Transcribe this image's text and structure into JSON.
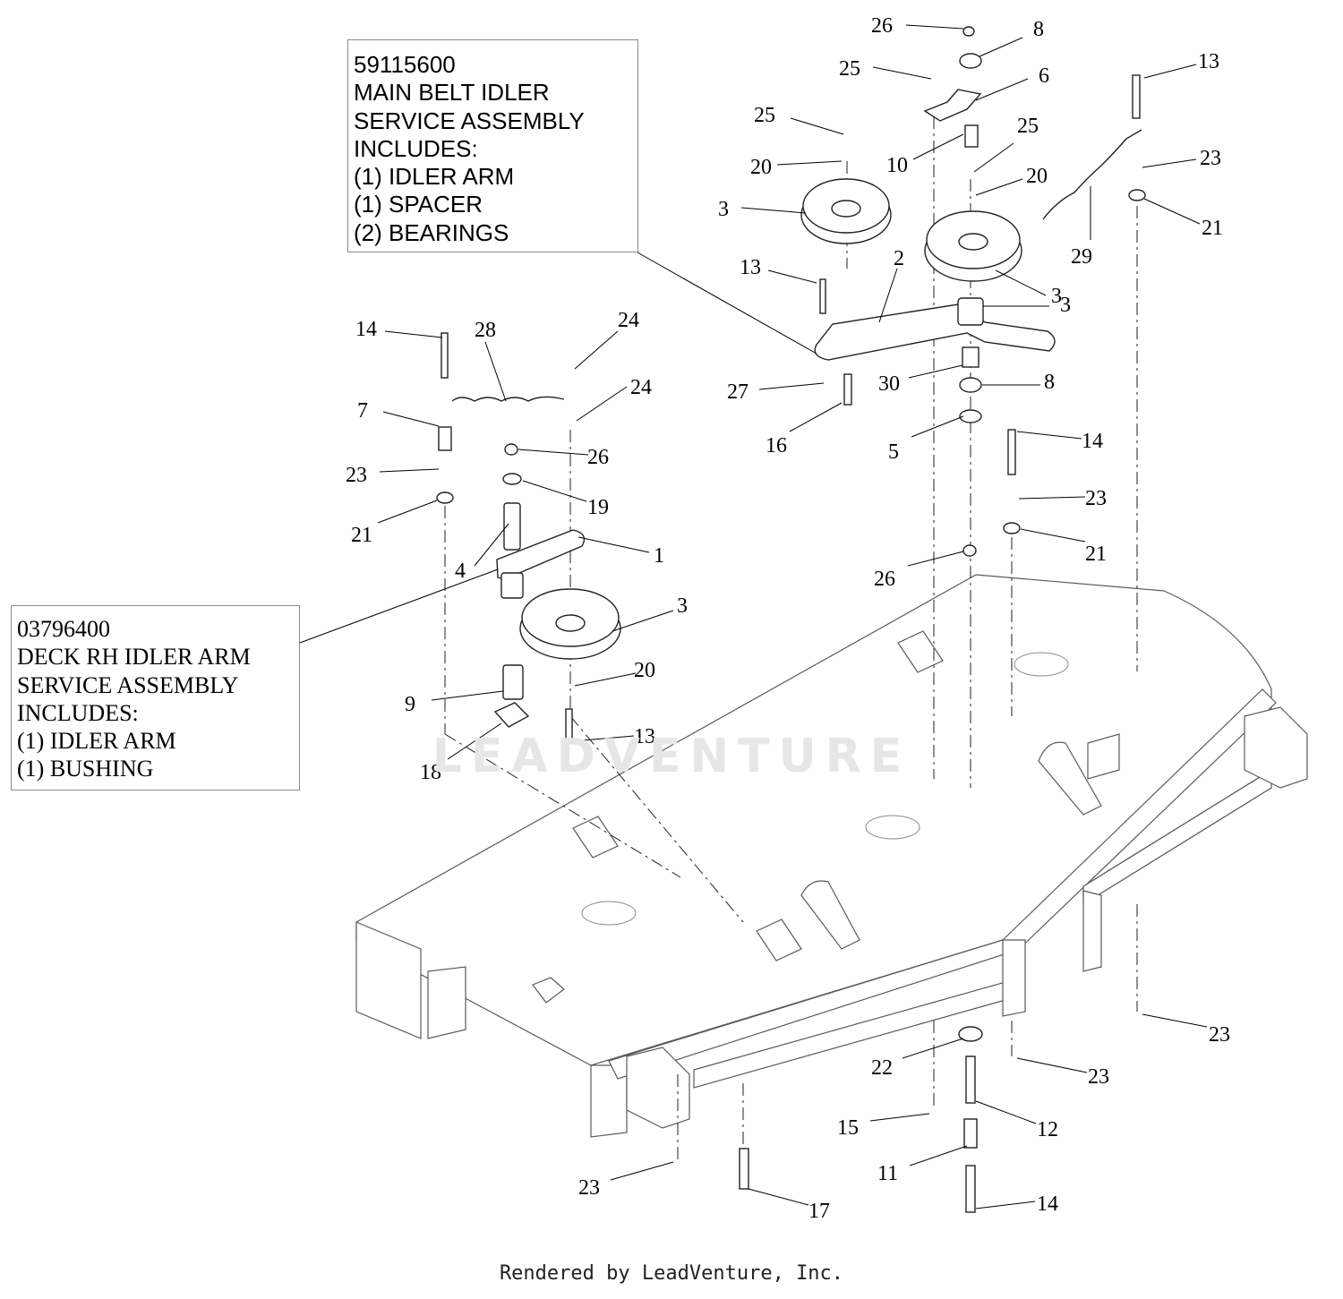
{
  "callouts": {
    "main_belt": [
      "59115600",
      "MAIN BELT IDLER",
      "SERVICE ASSEMBLY",
      "INCLUDES:",
      "(1) IDLER ARM",
      "(1) SPACER",
      "(2) BEARINGS"
    ],
    "rh_idler": [
      "03796400",
      "DECK RH IDLER ARM",
      "SERVICE ASSEMBLY",
      "INCLUDES:",
      "(1) IDLER ARM",
      "(1) BUSHING"
    ]
  },
  "watermark": "LEADVENTURE",
  "footer": "Rendered by LeadVenture, Inc.",
  "parts": {
    "p26a": "26",
    "p8a": "8",
    "p25a": "25",
    "p6": "6",
    "p13a": "13",
    "p25b": "25",
    "p20a": "20",
    "p10": "10",
    "p25c": "25",
    "p20b": "20",
    "p23a": "23",
    "p3a": "3",
    "p21a": "21",
    "p29": "29",
    "p13b": "13",
    "p2": "2",
    "p3b": "3",
    "p3c": "3",
    "p14a": "14",
    "p28": "28",
    "p24a": "24",
    "p24b": "24",
    "p27": "27",
    "p30": "30",
    "p8b": "8",
    "p7": "7",
    "p16": "16",
    "p5": "5",
    "p14b": "14",
    "p26b": "26",
    "p23b": "23",
    "p23c": "23",
    "p19": "19",
    "p21b": "21",
    "p21c": "21",
    "p1": "1",
    "p4": "4",
    "p26c": "26",
    "p3d": "3",
    "p20c": "20",
    "p9": "9",
    "p13c": "13",
    "p18": "18",
    "p23d": "23",
    "p22": "22",
    "p23e": "23",
    "p15": "15",
    "p12": "12",
    "p11": "11",
    "p23f": "23",
    "p17": "17",
    "p14c": "14"
  }
}
